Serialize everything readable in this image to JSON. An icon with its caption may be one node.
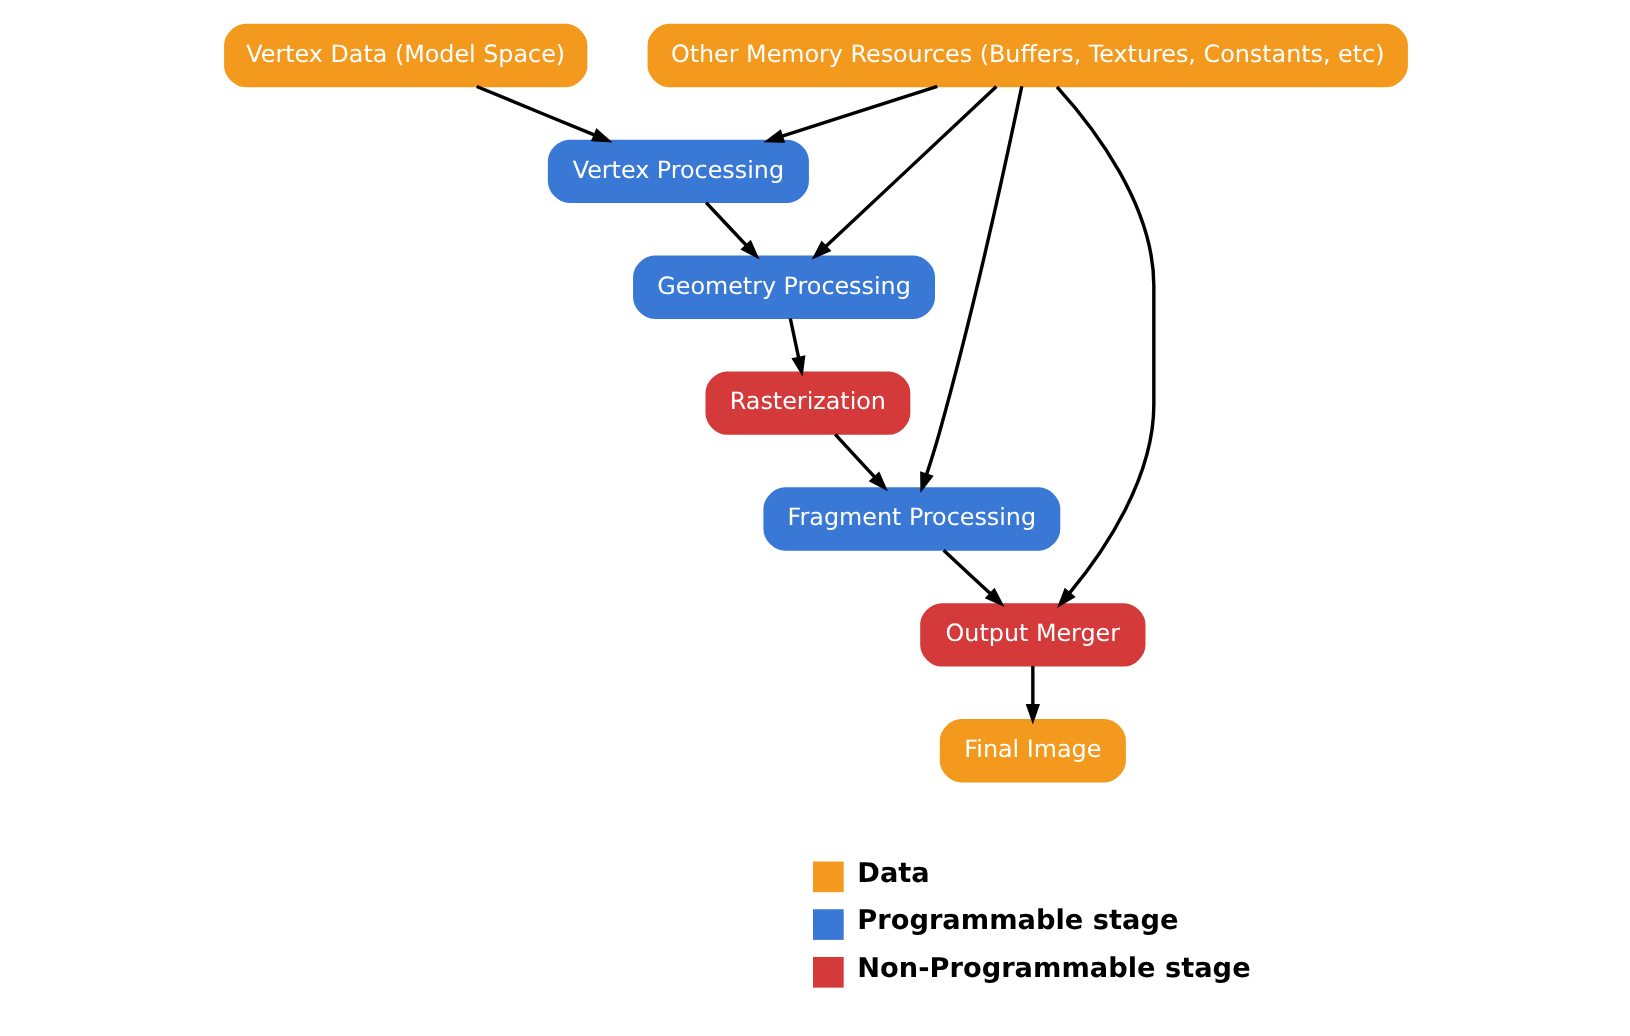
{
  "diagram": {
    "nodes": [
      {
        "text": [
          "Vertex Data (Model Space)"
        ]
      },
      {
        "text": [
          "Vertex Processing"
        ]
      },
      {
        "text": [
          "Geometry Processing"
        ]
      },
      {
        "text": [
          "Rasterization"
        ]
      },
      {
        "text": [
          "Fragment Processing"
        ]
      },
      {
        "text": [
          "Other Memory Resources (Buffers, Textures, Constants, etc)"
        ]
      },
      {
        "text": [
          "Output Merger"
        ]
      },
      {
        "text": [
          "Final Image"
        ]
      }
    ],
    "edges": [
      {
        "from": 0,
        "to": 1,
        "arrow": "to"
      },
      {
        "from": 1,
        "to": 2,
        "arrow": "to"
      },
      {
        "from": 2,
        "to": 3,
        "arrow": "to"
      },
      {
        "from": 3,
        "to": 4,
        "arrow": "to"
      },
      {
        "from": 4,
        "to": 6,
        "arrow": "to"
      },
      {
        "from": 5,
        "to": 1,
        "arrow": "to"
      },
      {
        "from": 5,
        "to": 2,
        "arrow": "to"
      },
      {
        "from": 5,
        "to": 4,
        "arrow": "to"
      },
      {
        "from": 5,
        "to": 6,
        "arrow": "to"
      },
      {
        "from": 6,
        "to": 7,
        "arrow": "to"
      }
    ],
    "legend": [
      {
        "text": "Data",
        "color": "#f39a1e"
      },
      {
        "text": "Programmable stage",
        "color": "#3a78d6"
      },
      {
        "text": "Non-Programmable stage",
        "color": "#d43a3a"
      }
    ]
  }
}
